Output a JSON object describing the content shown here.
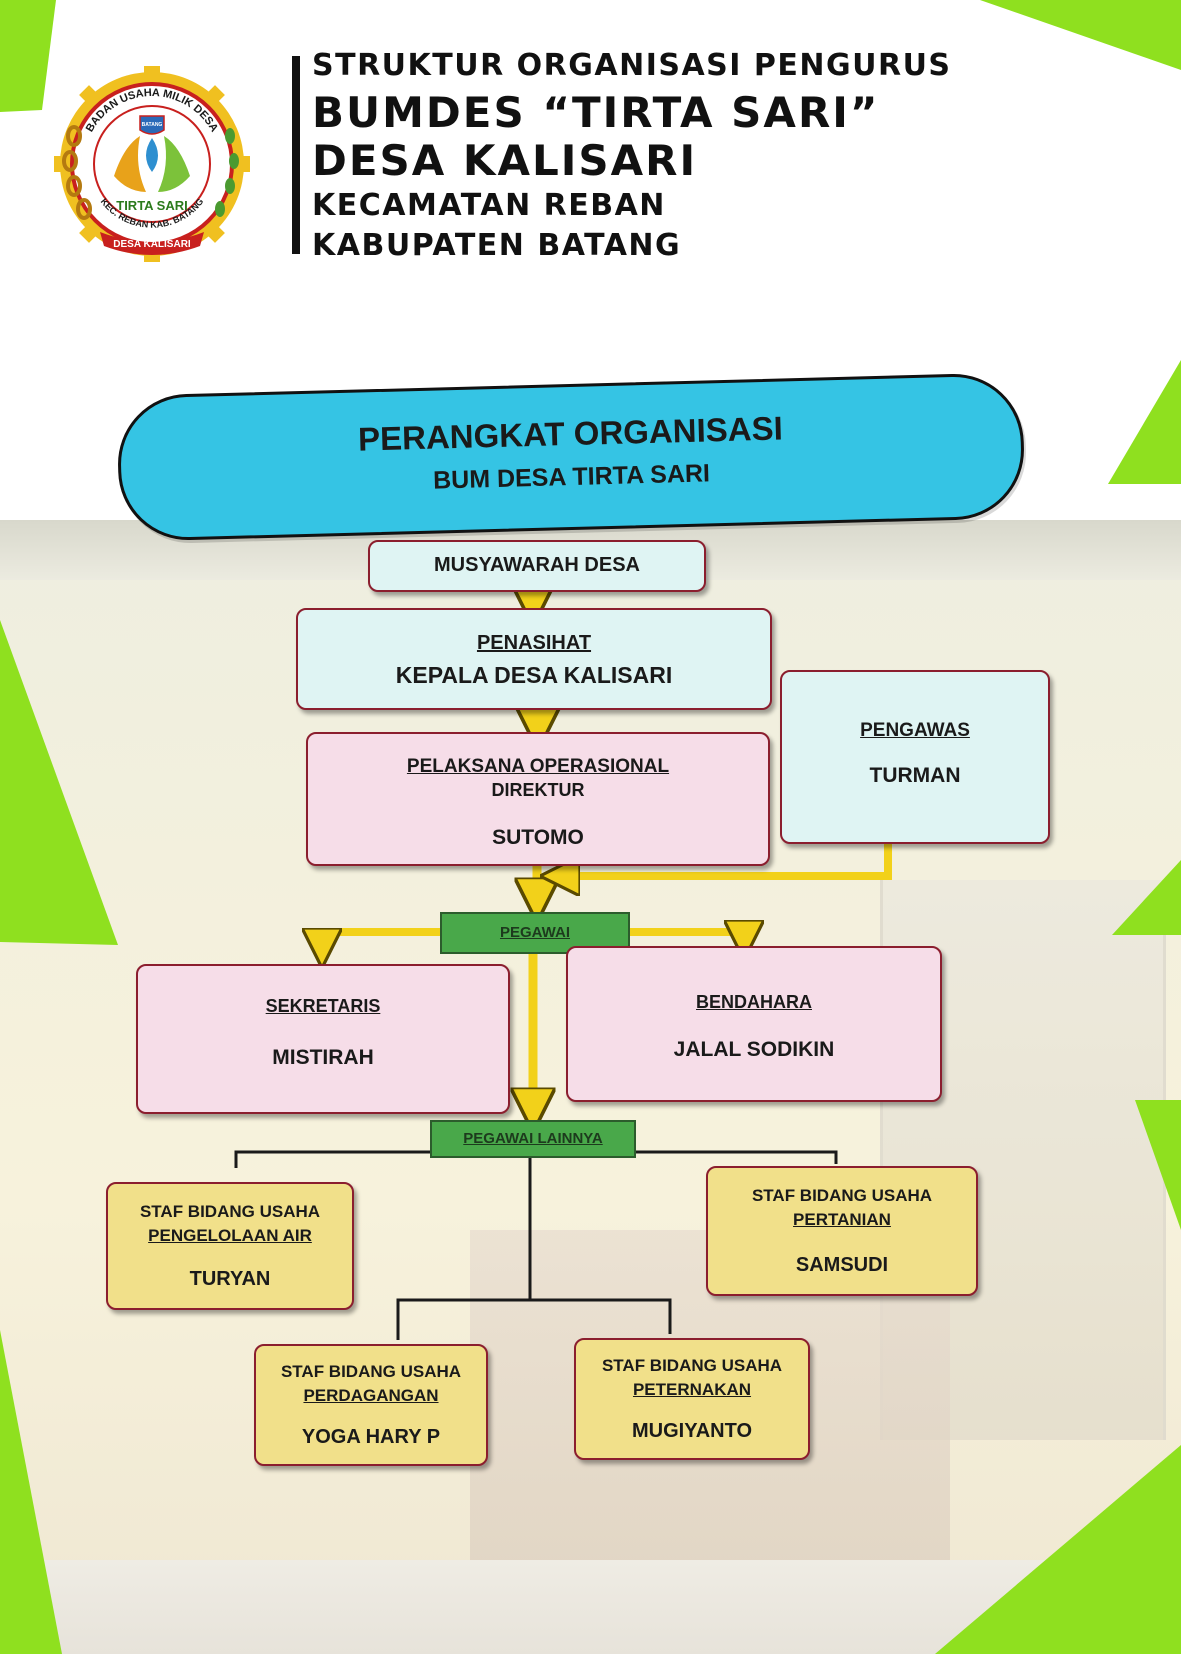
{
  "header": {
    "line1": "STRUKTUR ORGANISASI PENGURUS",
    "line2": "BUMDES “TIRTA SARI”",
    "line3": "DESA KALISARI",
    "line4": "KECAMATAN REBAN",
    "line5": "KABUPATEN BATANG"
  },
  "logo": {
    "ring_text": "BADAN USAHA MILIK DESA",
    "center_text": "TIRTA SARI",
    "bottom_text": "KEC. REBAN KAB. BATANG",
    "ribbon_text": "DESA KALISARI",
    "shield_text": "BATANG"
  },
  "chart": {
    "banner_title": "PERANGKAT ORGANISASI",
    "banner_subtitle": "BUM DESA TIRTA SARI",
    "musyawarah": "MUSYAWARAH DESA",
    "penasihat": {
      "role": "PENASIHAT",
      "name": "KEPALA DESA KALISARI"
    },
    "pelaksana": {
      "role": "PELAKSANA OPERASIONAL",
      "title": "DIREKTUR",
      "name": "SUTOMO"
    },
    "pengawas": {
      "role": "PENGAWAS",
      "name": "TURMAN"
    },
    "pegawai": "PEGAWAI",
    "sekretaris": {
      "role": "SEKRETARIS",
      "name": "MISTIRAH"
    },
    "bendahara": {
      "role": "BENDAHARA",
      "name": "JALAL SODIKIN"
    },
    "pegawai_lainnya": "PEGAWAI LAINNYA",
    "staf_air": {
      "line1": "STAF BIDANG USAHA",
      "line2": "PENGELOLAAN AIR",
      "name": "TURYAN"
    },
    "staf_pertanian": {
      "line1": "STAF BIDANG USAHA",
      "line2": "PERTANIAN",
      "name": "SAMSUDI"
    },
    "staf_perdagangan": {
      "line1": "STAF BIDANG USAHA",
      "line2": "PERDAGANGAN",
      "name": "YOGA HARY P"
    },
    "staf_peternakan": {
      "line1": "STAF BIDANG USAHA",
      "line2": "PETERNAKAN",
      "name": "MUGIYANTO"
    }
  },
  "colors": {
    "corner_green": "#8fe01f",
    "banner_blue": "#35c4e4",
    "box_cyan": "#dff4f3",
    "box_pink": "#f6dde8",
    "box_gold": "#f1e08a",
    "label_green": "#49a84a",
    "arrow_yellow": "#f2d11a",
    "border_maroon": "#8b1e2e"
  }
}
